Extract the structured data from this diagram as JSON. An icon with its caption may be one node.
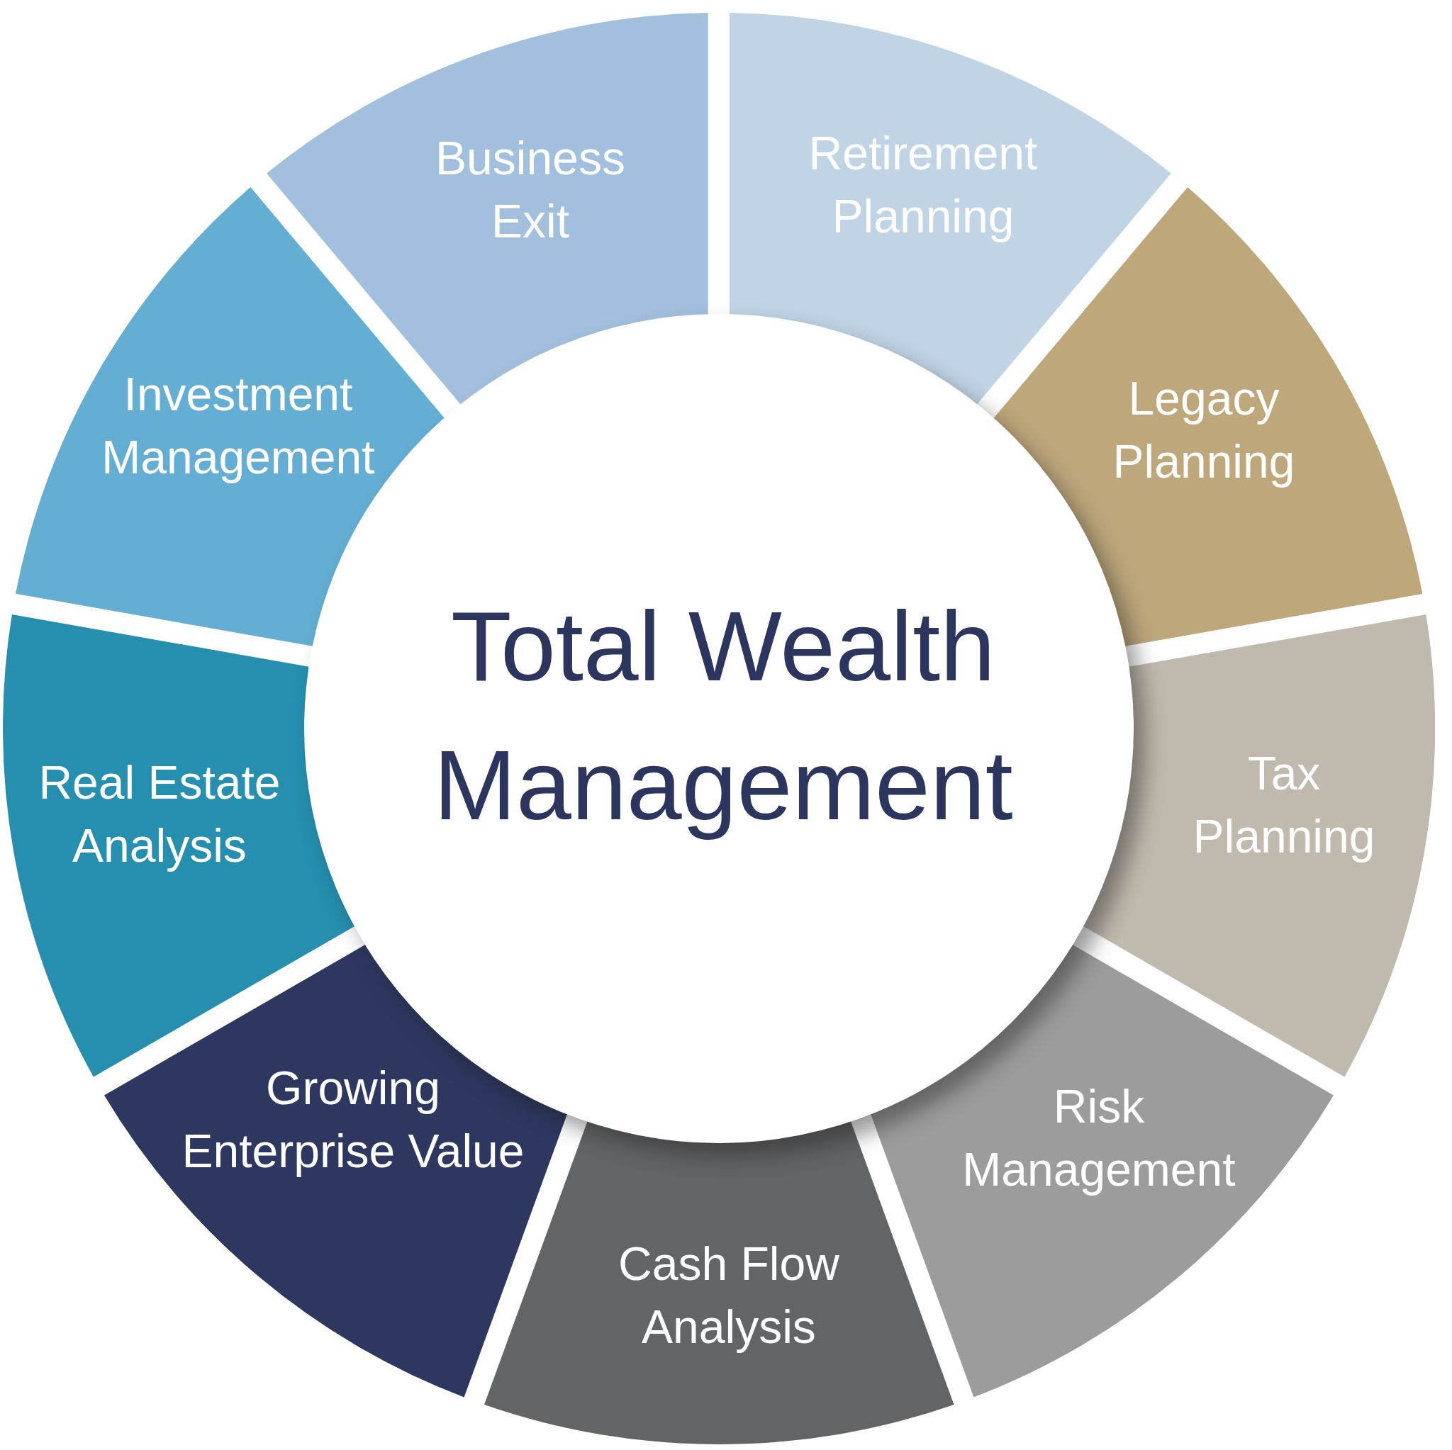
{
  "diagram": {
    "nodes": [
      {
        "text": [
          "Total Wealth Management"
        ]
      },
      {
        "text": [
          "Business Exit"
        ]
      },
      {
        "text": [
          "Retirement Planning"
        ]
      },
      {
        "text": [
          "Legacy Planning"
        ]
      },
      {
        "text": [
          "Tax Planning"
        ]
      },
      {
        "text": [
          "Risk Management"
        ]
      },
      {
        "text": [
          "Cash Flow Analysis"
        ]
      },
      {
        "text": [
          "Growing Enterprise Value"
        ]
      },
      {
        "text": [
          "Real Estate Analysis"
        ]
      },
      {
        "text": [
          "Investment Management"
        ]
      }
    ]
  }
}
